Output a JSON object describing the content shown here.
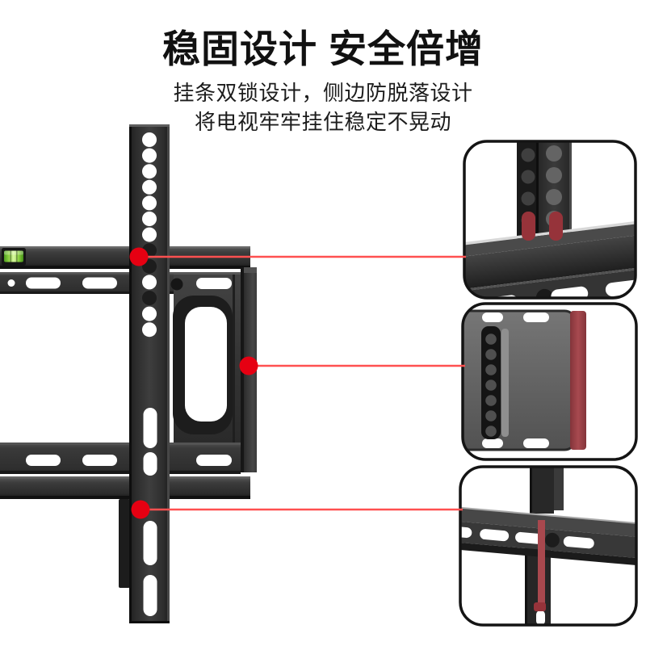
{
  "page": {
    "background": "#ffffff"
  },
  "header": {
    "title": "稳固设计 安全倍增",
    "subtitle_line1": "挂条双锁设计，侧边防脱落设计",
    "subtitle_line2": "将电视牢牢挂住稳定不晃动"
  },
  "illustration": {
    "subject": "tv-wall-mount-bracket",
    "callouts": [
      {
        "id": 1,
        "feature": "hanging-strip-top-hook",
        "links_to": "detail-panel-1"
      },
      {
        "id": 2,
        "feature": "side-anti-drop-flange",
        "links_to": "detail-panel-2"
      },
      {
        "id": 3,
        "feature": "hanging-strip-bottom-lock",
        "links_to": "detail-panel-3"
      }
    ]
  },
  "colors": {
    "background": "#ffffff",
    "text_primary": "#111111",
    "accent_red": "#e60012",
    "connector_red": "#ff5050",
    "lock_red": "#96333a",
    "lock_red_light": "#a8484e",
    "level_green": "#8ed242",
    "metal_dark": "#2e2e2e"
  }
}
